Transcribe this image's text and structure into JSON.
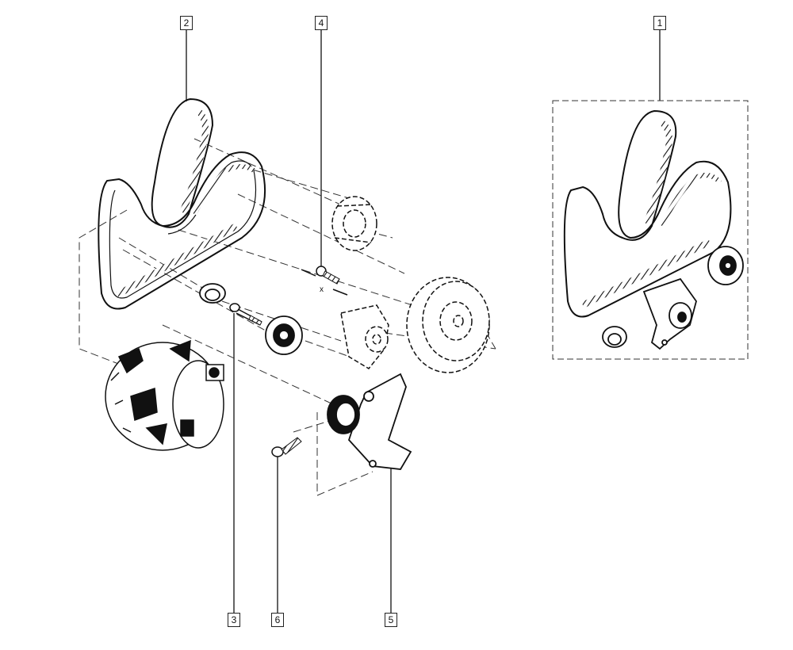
{
  "callouts": [
    {
      "id": "c1",
      "label": "1"
    },
    {
      "id": "c2",
      "label": "2"
    },
    {
      "id": "c3",
      "label": "3"
    },
    {
      "id": "c4",
      "label": "4"
    },
    {
      "id": "c5",
      "label": "5"
    },
    {
      "id": "c6",
      "label": "6"
    }
  ],
  "dimension_marker": "x",
  "colors": {
    "line": "#111111",
    "dash": "#333333",
    "background": "#ffffff"
  }
}
